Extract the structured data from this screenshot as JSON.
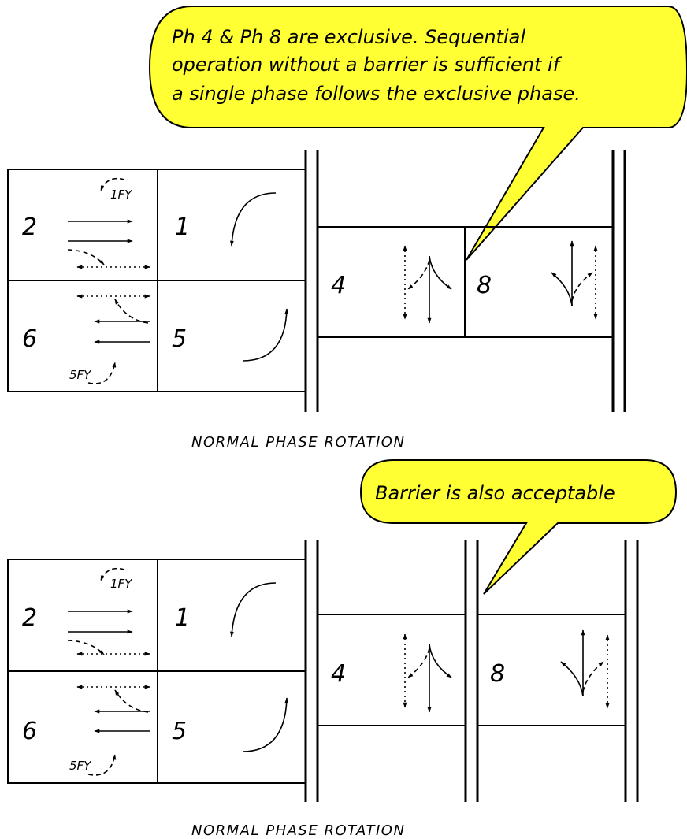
{
  "colors": {
    "callout_fill": "#ffff33",
    "line": "#000000",
    "background": "#ffffff"
  },
  "diagram_top": {
    "callout_lines": [
      "Ph 4 & Ph 8 are exclusive. Sequential",
      "operation without a barrier is sufficient if",
      "a single phase follows the exclusive phase."
    ],
    "phases": {
      "p2": "2",
      "p1": "1",
      "p6": "6",
      "p5": "5",
      "p4": "4",
      "p8": "8"
    },
    "fy_upper": "1FY",
    "fy_lower": "5FY",
    "caption": "NORMAL PHASE ROTATION"
  },
  "diagram_bottom": {
    "callout_lines": [
      "Barrier is also acceptable"
    ],
    "phases": {
      "p2": "2",
      "p1": "1",
      "p6": "6",
      "p5": "5",
      "p4": "4",
      "p8": "8"
    },
    "fy_upper": "1FY",
    "fy_lower": "5FY",
    "caption": "NORMAL PHASE ROTATION"
  }
}
